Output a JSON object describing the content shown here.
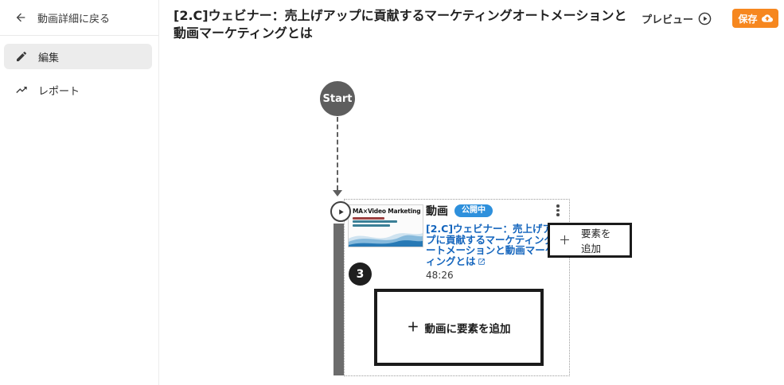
{
  "sidebar": {
    "back_label": "動画詳細に戻る",
    "items": [
      {
        "label": "編集"
      },
      {
        "label": "レポート"
      }
    ]
  },
  "header": {
    "title": "[2.C]ウェビナー：売上げアップに貢献するマーケティングオートメーションと動画マーケティングとは",
    "preview_label": "プレビュー",
    "save_label": "保存"
  },
  "flow": {
    "start_label": "Start",
    "card": {
      "thumbnail_title": "MA×Video Marketing",
      "type_label": "動画",
      "status_badge": "公開中",
      "title": "[2.C]ウェビナー：売上げアップに貢献するマーケティングオートメーションと動画マーケティングとは",
      "duration": "48:26",
      "element_count": "3"
    },
    "add_element_label": "要素を追加",
    "add_video_element_label": "動画に要素を追加"
  },
  "icons": {
    "plus": "＋"
  },
  "colors": {
    "accent_orange": "#f6871f",
    "status_badge_blue": "#2e90dc",
    "link_blue": "#1465bd",
    "node_gray": "#5e5e5e"
  }
}
